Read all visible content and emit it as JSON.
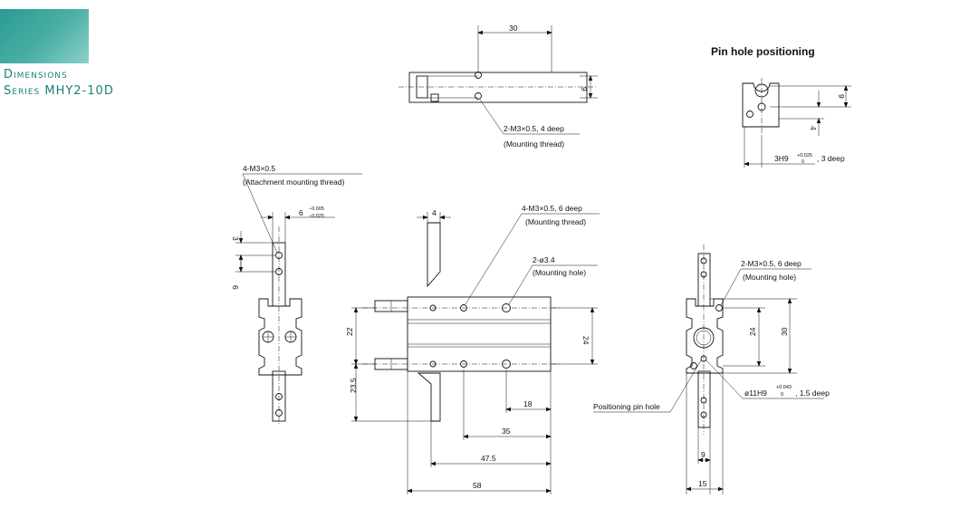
{
  "header": {
    "line1": "Dimensions",
    "line2": "Series MHY2-10D",
    "accent_color": "#2a9a92"
  },
  "pin_hole": {
    "title": "Pin hole positioning",
    "dim_9": "9",
    "dim_4": "4",
    "hole_label": "3H9",
    "hole_tol_upper": "+0.025",
    "hole_tol_lower": "0",
    "hole_depth": ", 3 deep"
  },
  "top_view": {
    "dim_30": "30",
    "dim_9": "9",
    "thread_label": "2-M3×0.5, 4 deep",
    "thread_note": "(Mounting thread)"
  },
  "left_view": {
    "thread_label": "4-M3×0.5",
    "thread_note": "(Attachment mounting thread)",
    "dim_6": "6",
    "tol_upper": "−0.005",
    "tol_lower": "−0.025",
    "dim_3": "3",
    "dim_6v": "6"
  },
  "front_view": {
    "dim_4": "4",
    "thread_label": "4-M3×0.5, 6 deep",
    "thread_note": "(Mounting thread)",
    "hole_label": "2-ø3.4",
    "hole_note": "(Mounting hole)",
    "dim_22": "22",
    "dim_24": "24",
    "dim_23_5": "23.5",
    "dim_18": "18",
    "dim_35": "35",
    "dim_47_5": "47.5",
    "dim_58": "58"
  },
  "right_view": {
    "thread_label": "2-M3×0.5, 6 deep",
    "thread_note": "(Mounting hole)",
    "dim_24": "24",
    "dim_30": "30",
    "pin_label": "Positioning pin hole",
    "bore_label": "ø11H9",
    "bore_tol_upper": "+0.043",
    "bore_tol_lower": "0",
    "bore_depth": ", 1.5 deep",
    "dim_9": "9",
    "dim_15": "15"
  }
}
